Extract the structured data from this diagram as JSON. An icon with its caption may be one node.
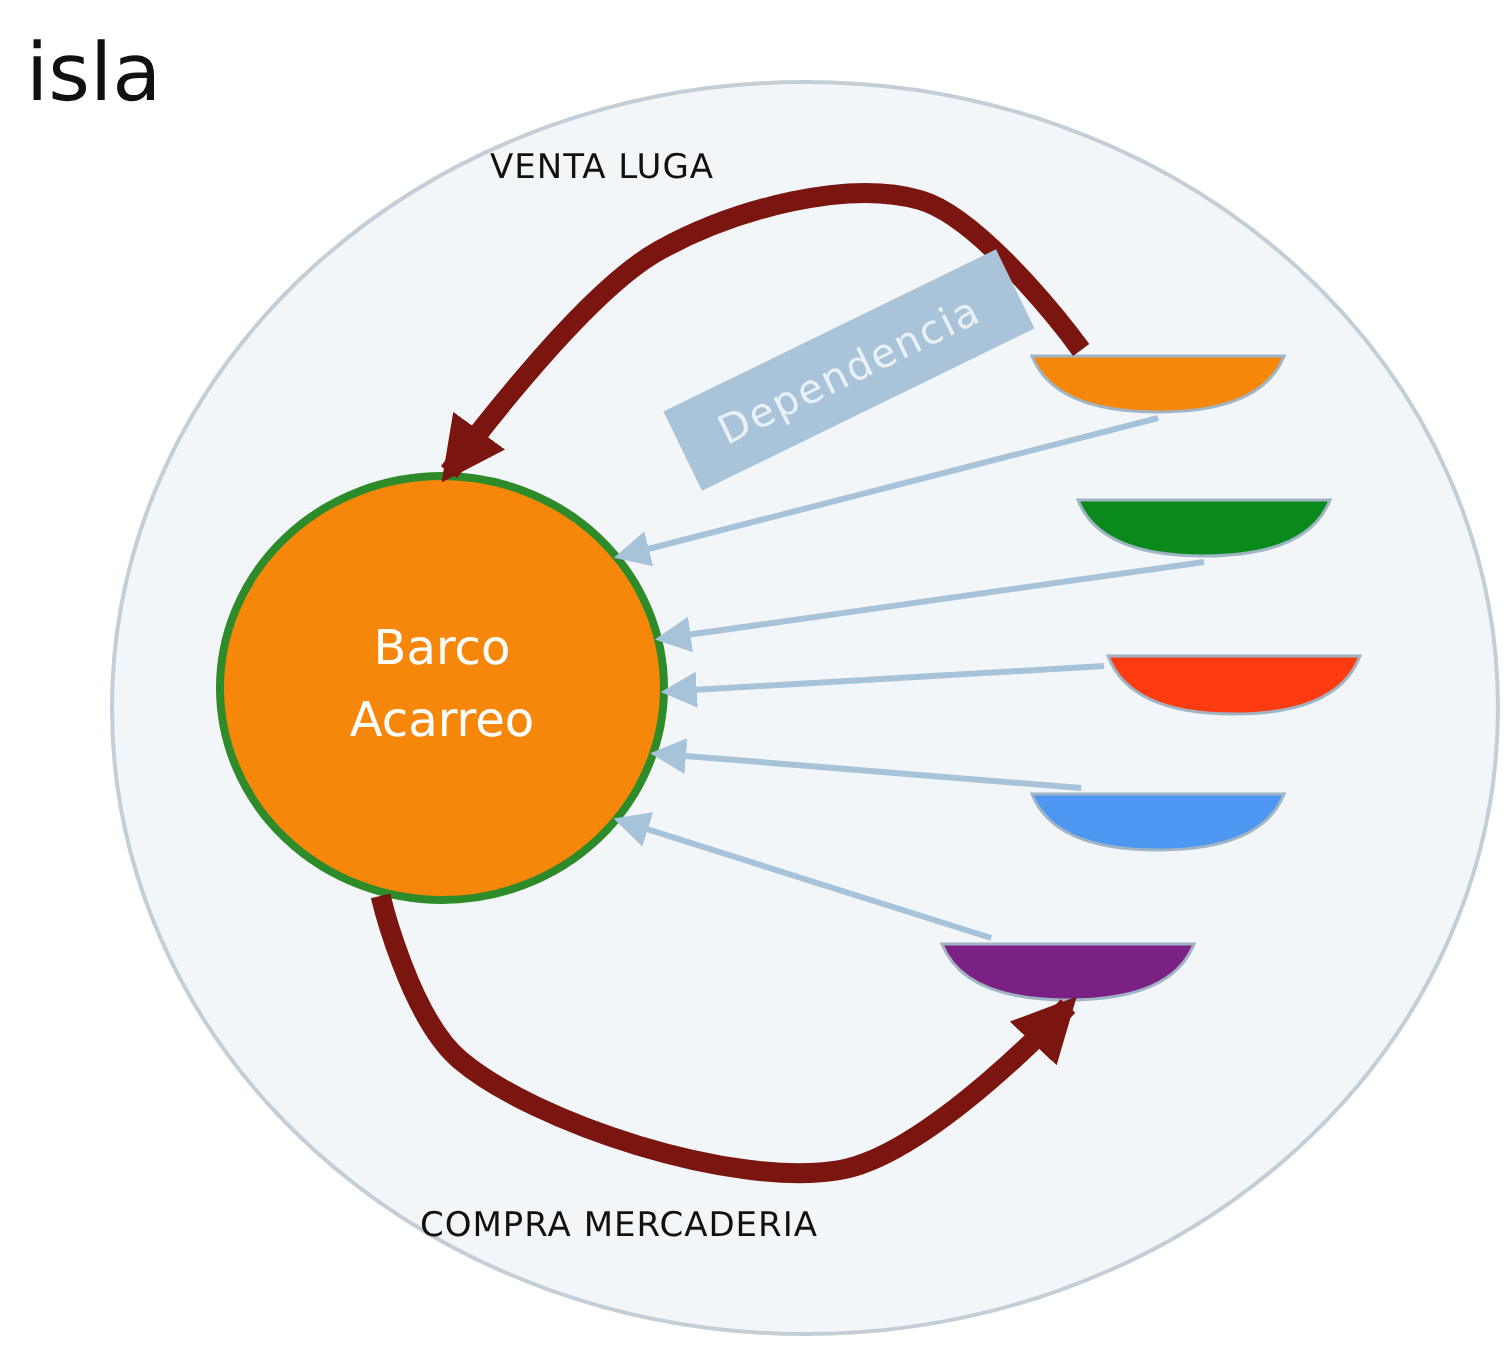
{
  "diagram": {
    "nodes": [
      {
        "text": [
          "isla"
        ]
      },
      {
        "text": [
          "Barco Acarreo"
        ],
        "in": 0
      },
      {
        "text": [],
        "shape": "bowl",
        "in": 0
      },
      {
        "text": [],
        "shape": "bowl",
        "in": 0
      },
      {
        "text": [],
        "shape": "bowl",
        "in": 0
      },
      {
        "text": [],
        "shape": "bowl",
        "in": 0
      },
      {
        "text": [],
        "shape": "bowl",
        "in": 0
      }
    ],
    "edges": [
      {
        "from": 2,
        "to": 1,
        "arrow": "to",
        "label": "VENTA LUGA",
        "style": "thick",
        "color": "#7a1510"
      },
      {
        "from": 2,
        "to": 1,
        "arrow": "to",
        "label": "Dependencia"
      },
      {
        "from": 3,
        "to": 1,
        "arrow": "to"
      },
      {
        "from": 4,
        "to": 1,
        "arrow": "to"
      },
      {
        "from": 5,
        "to": 1,
        "arrow": "to"
      },
      {
        "from": 6,
        "to": 1,
        "arrow": "to"
      },
      {
        "from": 1,
        "to": 6,
        "arrow": "to",
        "label": "COMPRA MERCADERIA",
        "style": "thick",
        "color": "#7a1510"
      }
    ]
  }
}
